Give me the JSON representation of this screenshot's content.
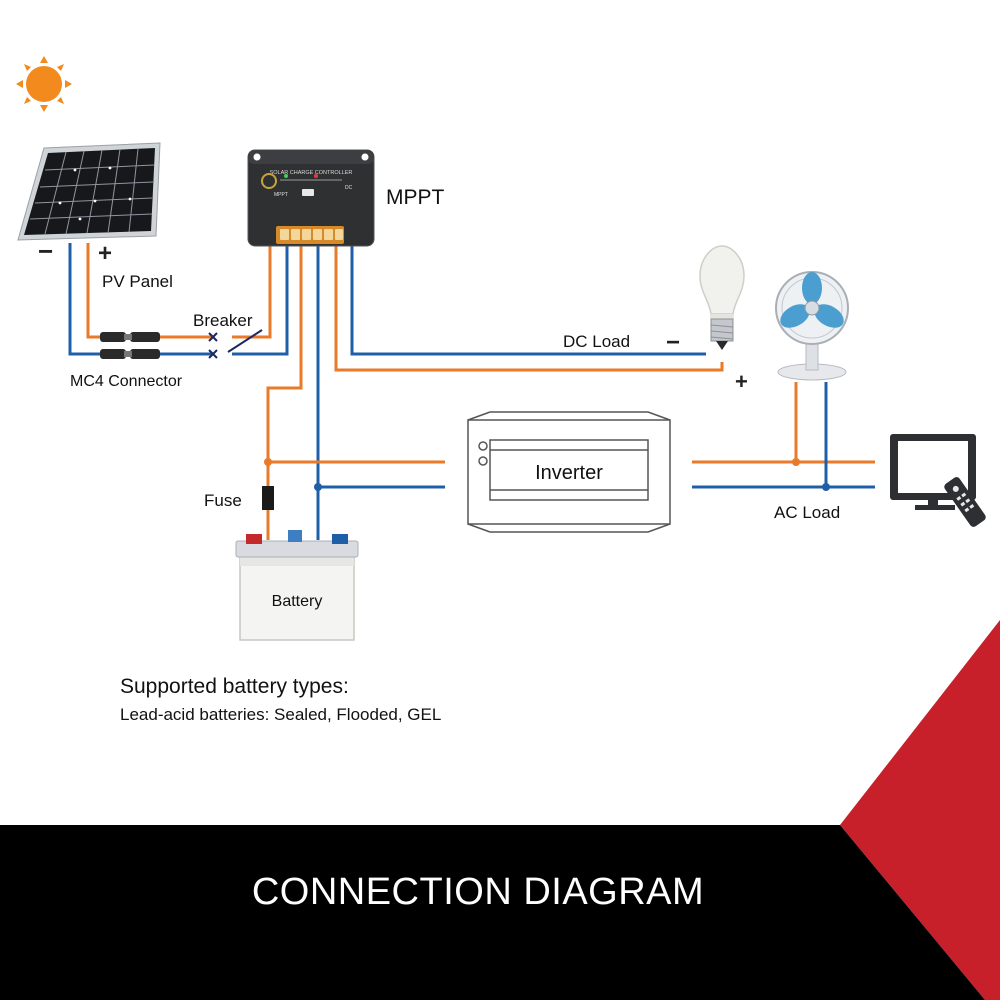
{
  "diagram": {
    "controller_label": "MPPT",
    "controller_face_title": "SOLAR CHARGE CONTROLLER",
    "controller_face_left": "MPPT",
    "controller_face_right": "DC",
    "pv_panel_label": "PV Panel",
    "pv_minus": "−",
    "pv_plus": "+",
    "breaker_label": "Breaker",
    "mc4_label": "MC4 Connector",
    "dc_load_label": "DC Load",
    "dc_minus": "−",
    "dc_plus": "+",
    "fuse_label": "Fuse",
    "battery_label": "Battery",
    "inverter_label": "Inverter",
    "ac_load_label": "AC Load",
    "supported_title": "Supported battery types:",
    "supported_list": "Lead-acid batteries: Sealed, Flooded, GEL"
  },
  "banner": {
    "title": "CONNECTION DIAGRAM"
  },
  "colors": {
    "positive_wire": "#e87a2a",
    "negative_wire": "#1f5fa8",
    "banner_bg": "#000000",
    "accent_red": "#c8202a",
    "sun": "#f28a1e"
  },
  "icons": [
    "sun-icon",
    "solar-panel-icon",
    "light-bulb-icon",
    "fan-icon",
    "tv-icon",
    "remote-icon"
  ]
}
